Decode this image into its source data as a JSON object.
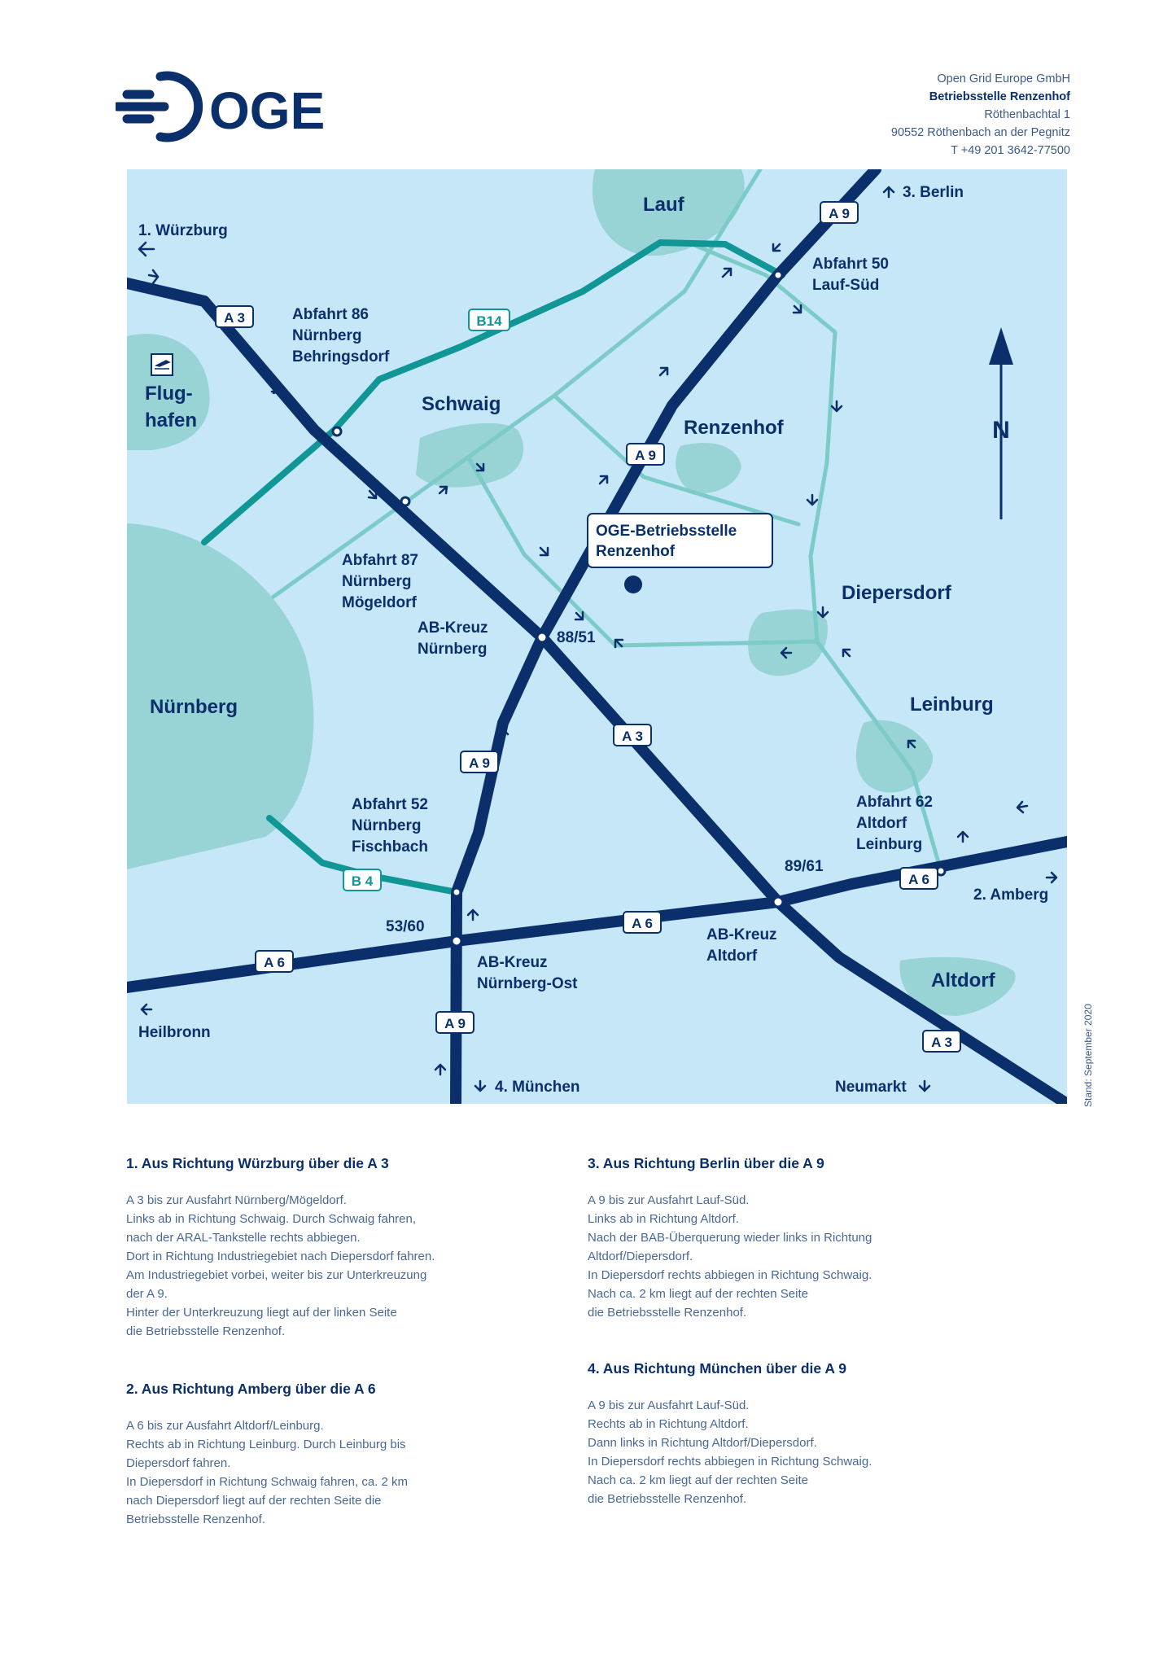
{
  "brand": {
    "name": "OGE",
    "color": "#0a2f6b"
  },
  "address": {
    "company": "Open Grid Europe GmbH",
    "site": "Betriebsstelle Renzenhof",
    "street": "Röthenbachtal 1",
    "city": "90552 Röthenbach an der Pegnitz",
    "phone": "T +49 201 3642-77500"
  },
  "map": {
    "colors": {
      "water": "#c5e7f7",
      "highway": "#0a2f6b",
      "federal_road": "#0f9695",
      "local_road": "#7ccbc9",
      "town": "#98d3d6"
    },
    "directions": {
      "wuerzburg": "1. Würzburg",
      "berlin": "3. Berlin",
      "amberg": "2. Amberg",
      "heilbronn": "Heilbronn",
      "muenchen": "4. München",
      "neumarkt": "Neumarkt"
    },
    "towns": {
      "lauf": "Lauf",
      "flughafen_1": "Flug-",
      "flughafen_2": "hafen",
      "schwaig": "Schwaig",
      "renzenhof": "Renzenhof",
      "diepersdorf": "Diepersdorf",
      "nuernberg": "Nürnberg",
      "leinburg": "Leinburg",
      "altdorf": "Altdorf"
    },
    "north": "N",
    "roads": {
      "a3": "A 3",
      "a9": "A 9",
      "a6": "A 6",
      "b14": "B14",
      "b4": "B 4"
    },
    "exits": {
      "e50_1": "Abfahrt 50",
      "e50_2": "Lauf-Süd",
      "e86_1": "Abfahrt 86",
      "e86_2": "Nürnberg",
      "e86_3": "Behringsdorf",
      "e87_1": "Abfahrt 87",
      "e87_2": "Nürnberg",
      "e87_3": "Mögeldorf",
      "e52_1": "Abfahrt 52",
      "e52_2": "Nürnberg",
      "e52_3": "Fischbach",
      "e62_1": "Abfahrt 62",
      "e62_2": "Altdorf",
      "e62_3": "Leinburg",
      "kreuz_n_1": "AB-Kreuz",
      "kreuz_n_2": "Nürnberg",
      "kreuz_n_num": "88/51",
      "kreuz_a_1": "AB-Kreuz",
      "kreuz_a_2": "Altdorf",
      "kreuz_a_num": "89/61",
      "kreuz_o_1": "AB-Kreuz",
      "kreuz_o_2": "Nürnberg-Ost",
      "kreuz_o_num": "53/60"
    },
    "destination": {
      "line1": "OGE-Betriebsstelle",
      "line2": "Renzenhof"
    }
  },
  "stand": "Stand: September 2020",
  "directions": [
    {
      "title": "1. Aus Richtung Würzburg über die A 3",
      "lines": [
        "A 3 bis zur Ausfahrt Nürnberg/Mögeldorf.",
        "Links ab in Richtung Schwaig. Durch Schwaig fahren,",
        "nach der ARAL-Tankstelle rechts abbiegen.",
        "Dort in Richtung Industriegebiet nach Diepersdorf fahren.",
        "Am Industriegebiet vorbei, weiter bis zur Unterkreuzung",
        "der A 9.",
        "Hinter der Unterkreuzung liegt auf der linken Seite",
        "die Betriebsstelle Renzenhof."
      ]
    },
    {
      "title": "2. Aus Richtung Amberg über die A 6",
      "lines": [
        "A 6 bis zur Ausfahrt Altdorf/Leinburg.",
        "Rechts ab in Richtung Leinburg. Durch Leinburg bis",
        "Diepersdorf fahren.",
        "In Diepersdorf in Richtung Schwaig fahren, ca. 2 km",
        "nach Diepersdorf liegt auf der rechten Seite die",
        "Betriebsstelle Renzenhof."
      ]
    },
    {
      "title": "3. Aus Richtung Berlin über die A 9",
      "lines": [
        "A 9 bis zur Ausfahrt Lauf-Süd.",
        "Links ab in Richtung Altdorf.",
        "Nach der BAB-Überquerung wieder links in Richtung",
        "Altdorf/Diepersdorf.",
        "In Diepersdorf rechts abbiegen in Richtung Schwaig.",
        "Nach ca. 2 km liegt auf der rechten Seite",
        "die Betriebsstelle Renzenhof."
      ]
    },
    {
      "title": "4. Aus Richtung München über die A 9",
      "lines": [
        "A 9 bis zur Ausfahrt Lauf-Süd.",
        "Rechts ab in Richtung Altdorf.",
        "Dann links in Richtung Altdorf/Diepersdorf.",
        "In Diepersdorf rechts abbiegen in Richtung Schwaig.",
        "Nach ca. 2 km liegt auf der rechten Seite",
        "die Betriebsstelle Renzenhof."
      ]
    }
  ]
}
